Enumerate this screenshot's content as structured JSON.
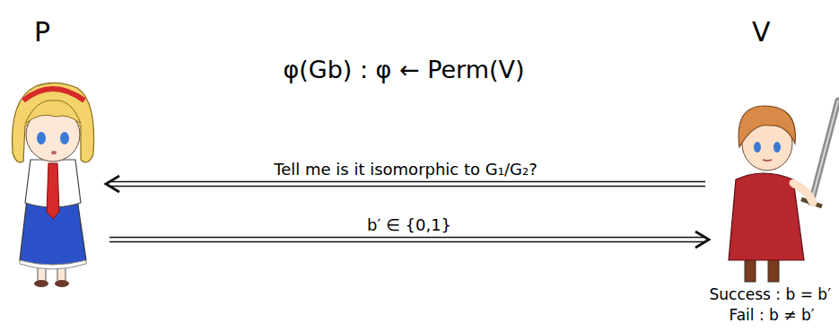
{
  "diagram": {
    "nodes": [
      {
        "text": [
          "P"
        ]
      },
      {
        "text": [
          "V"
        ]
      }
    ],
    "edges": [
      {
        "from": 1,
        "to": 0,
        "arrow": "to",
        "label": "Tell me is it isomorphic to G₁/G₂?"
      },
      {
        "from": 0,
        "to": 1,
        "arrow": "to",
        "label": "b′ ∈ {0,1}"
      }
    ],
    "labels": [
      "φ(Gb) : φ ← Perm(V)",
      "Success : b = b′",
      "Fail : b ≠ b′"
    ]
  }
}
